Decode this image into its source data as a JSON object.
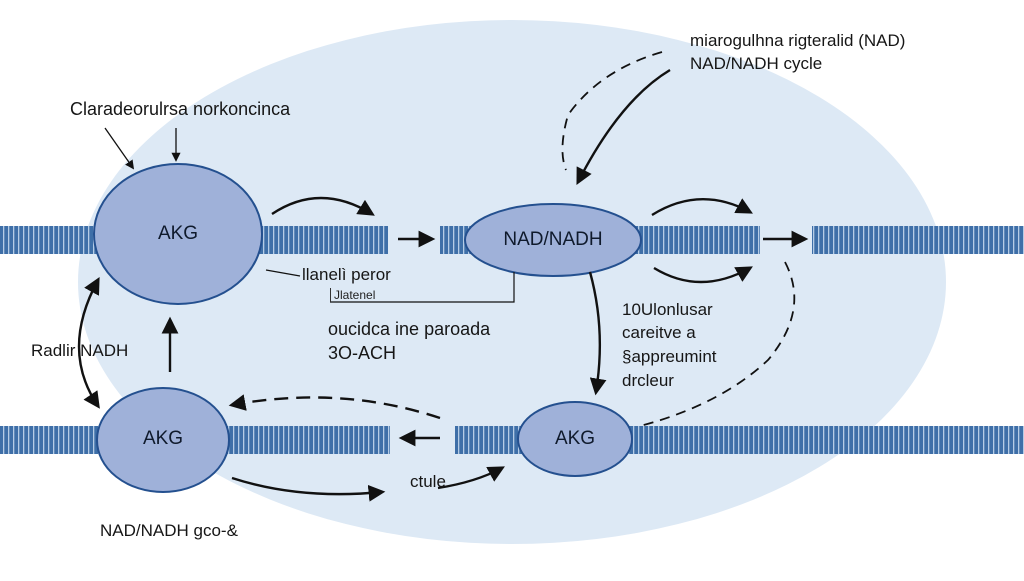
{
  "nodes": {
    "top_left": "AKG",
    "center": "NAD/NADH",
    "bottom_left": "AKG",
    "bottom_center": "AKG"
  },
  "labels": {
    "header_left": "Claradeorulrsa norkoncinca",
    "header_right_line1": "miarogulhna rigteralid (NAD)",
    "header_right_line2": "NAD/NADH cycle",
    "mid_label": "llanelì peror",
    "mid_small": "Jlatenel",
    "mid_line1": "oucidca ine paroada",
    "mid_line2": "3O-ACH",
    "left_side": "Radlir NADH",
    "right_line1": "10Ulonlusar",
    "right_line2": "careitve a",
    "right_line3": "§appreumint",
    "right_line4": "drcleur",
    "bottom_mid": "ctule",
    "bottom_left": "NAD/NADH gco-&"
  },
  "colors": {
    "background_oval": "#dde9f5",
    "membrane": "#3e6fa8",
    "membrane_stripe": "#b5cce6",
    "node_fill": "#9fb1d9",
    "node_stroke": "#24508f",
    "arrow": "#111111"
  }
}
